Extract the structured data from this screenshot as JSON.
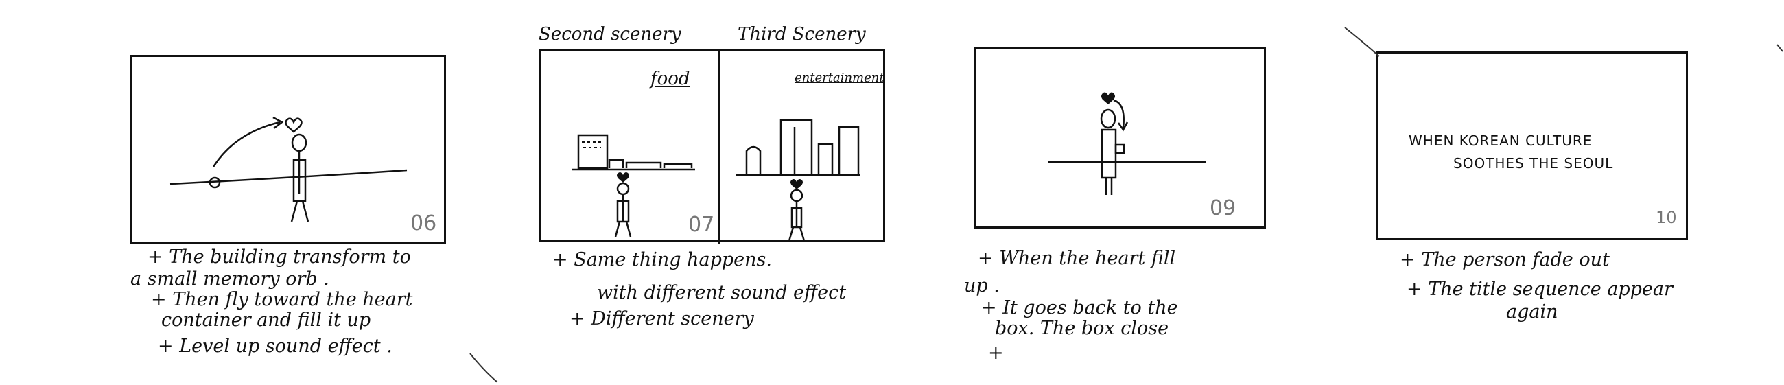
{
  "frames": [
    {
      "number": "06",
      "notes": [
        "+ The building transform to",
        "a small memory orb .",
        "+ Then fly toward the heart",
        "container and fill it up",
        "+ Level up sound effect ."
      ]
    },
    {
      "number": "07",
      "titles": [
        "Second scenery",
        "Third Scenery"
      ],
      "tags": [
        "food",
        "entertainment"
      ],
      "notes": [
        "+ Same thing happens.",
        "with different sound effect",
        "+ Different scenery"
      ]
    },
    {
      "number": "09",
      "notes": [
        "+ When the heart fill",
        "up .",
        "+ It goes back to the",
        "box. The box close",
        "+"
      ]
    },
    {
      "number": "10",
      "title_text": [
        "WHEN KOREAN CULTURE",
        "SOOTHES THE SEOUL"
      ],
      "notes": [
        "+ The person fade out",
        "+ The title sequence appear",
        "again"
      ]
    }
  ]
}
